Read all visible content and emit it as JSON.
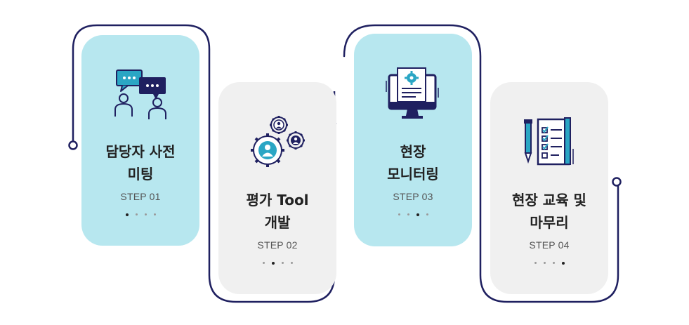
{
  "steps": [
    {
      "title": "담당자 사전\n미팅",
      "step": "STEP 01",
      "active_dot": 1,
      "icon": "meeting-chat-icon"
    },
    {
      "title": "평가 Tool\n개발",
      "step": "STEP 02",
      "active_dot": 2,
      "icon": "gears-people-icon"
    },
    {
      "title": "현장\n모니터링",
      "step": "STEP 03",
      "active_dot": 3,
      "icon": "monitor-document-icon"
    },
    {
      "title": "현장 교육 및\n마무리",
      "step": "STEP 04",
      "active_dot": 4,
      "icon": "checklist-pen-icon"
    }
  ],
  "colors": {
    "line": "#1f2060",
    "cyan": "#b7e7ef",
    "gray": "#f0f0f0",
    "accent": "#2aa6c4"
  }
}
